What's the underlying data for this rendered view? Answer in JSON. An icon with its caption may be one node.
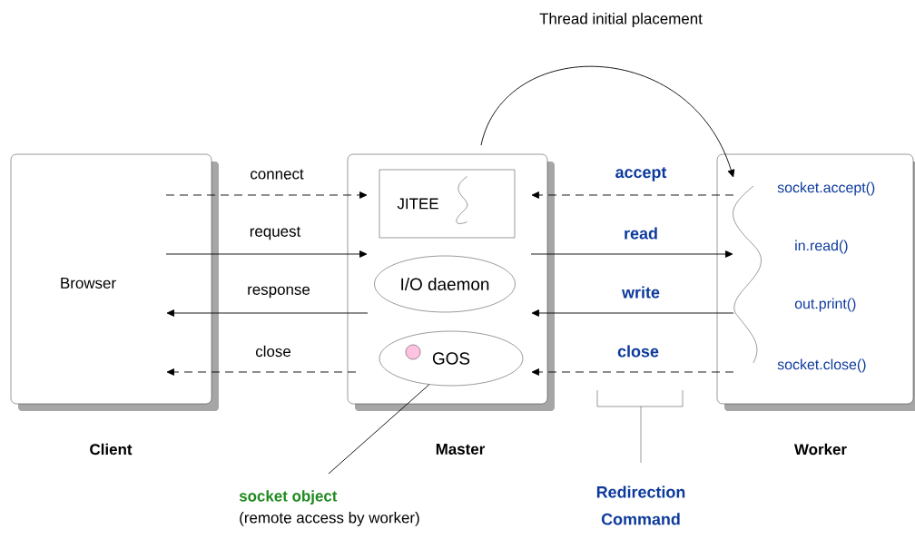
{
  "diagram": {
    "nodes": [
      {
        "text": [
          "Browser"
        ],
        "beside": [
          "Client"
        ]
      },
      {
        "text": [],
        "shape": "box",
        "beside": [
          "Master"
        ]
      },
      {
        "text": [
          "JITEE"
        ],
        "in": 1
      },
      {
        "text": [
          "I/O daemon"
        ],
        "in": 1
      },
      {
        "text": [
          "GOS"
        ],
        "in": 1
      },
      {
        "text": [
          "socket.accept()",
          "in.read()",
          "out.print()",
          "socket.close()"
        ],
        "beside": [
          "Worker"
        ]
      },
      {
        "text": [
          "socket object",
          "(remote access by worker)"
        ]
      }
    ],
    "edges": [
      {
        "from": 0,
        "to": 1,
        "arrow": "to",
        "label": "connect",
        "style": "dashed"
      },
      {
        "from": 0,
        "to": 1,
        "arrow": "to",
        "label": "request"
      },
      {
        "from": 1,
        "to": 0,
        "arrow": "to",
        "label": "response"
      },
      {
        "from": 1,
        "to": 0,
        "arrow": "to",
        "label": "close",
        "style": "dashed"
      },
      {
        "from": 5,
        "to": 1,
        "arrow": "to",
        "label": "accept",
        "style": "dashed"
      },
      {
        "from": 1,
        "to": 5,
        "arrow": "to",
        "label": "read"
      },
      {
        "from": 5,
        "to": 1,
        "arrow": "to",
        "label": "write"
      },
      {
        "from": 5,
        "to": 1,
        "arrow": "to",
        "label": "close",
        "style": "dashed"
      },
      {
        "from": 1,
        "to": 5,
        "arrow": "to",
        "label": "Thread initial placement"
      },
      {
        "from": 6,
        "to": 4,
        "arrow": "none"
      }
    ],
    "labels": [
      "Redirection Command"
    ]
  }
}
